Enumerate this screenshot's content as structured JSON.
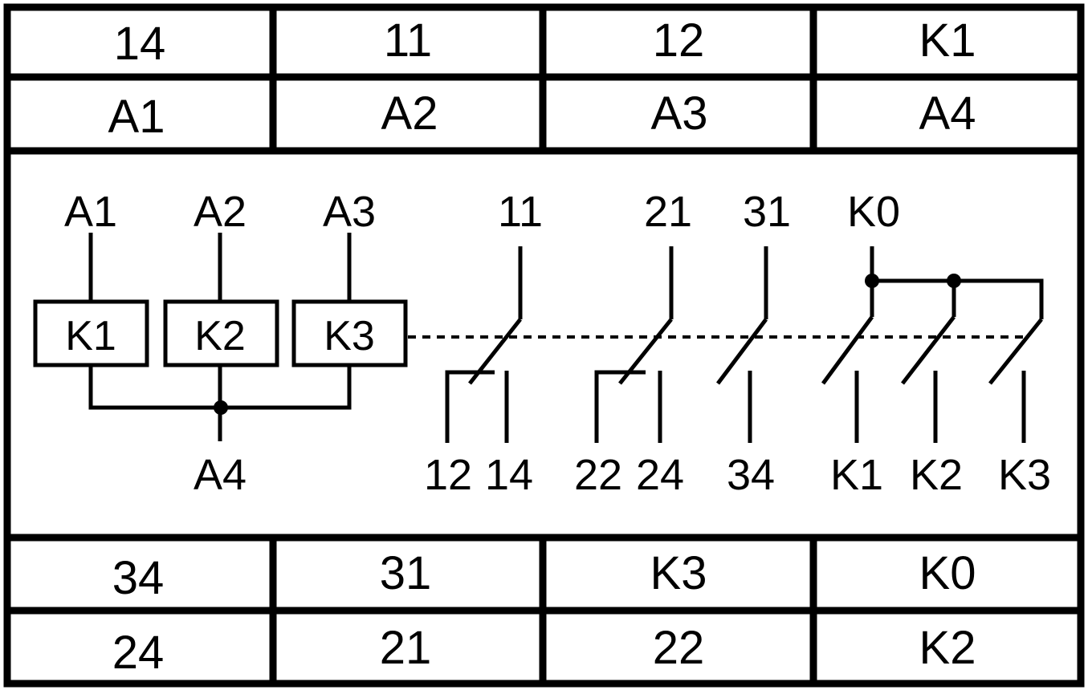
{
  "top_rows": [
    [
      "14",
      "11",
      "12",
      "K1"
    ],
    [
      "A1",
      "A2",
      "A3",
      "A4"
    ]
  ],
  "bottom_rows": [
    [
      "34",
      "31",
      "K3",
      "K0"
    ],
    [
      "24",
      "21",
      "22",
      "K2"
    ]
  ],
  "schematic": {
    "coil_terminals_top": [
      "A1",
      "A2",
      "A3"
    ],
    "coils": [
      "K1",
      "K2",
      "K3"
    ],
    "coil_common_terminal": "A4",
    "contact_inputs": [
      "11",
      "21",
      "31",
      "K0"
    ],
    "contact_outputs": [
      "12",
      "14",
      "22",
      "24",
      "34",
      "K1",
      "K2",
      "K3"
    ]
  }
}
